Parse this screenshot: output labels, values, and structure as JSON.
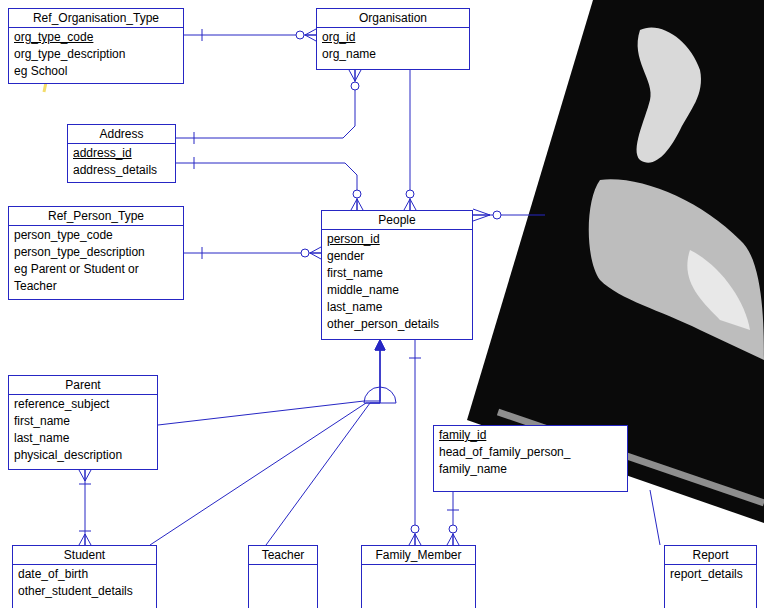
{
  "diagram": {
    "nodes": [
      {
        "text": [
          "Ref_Organisation_Type",
          "org_type_code",
          "org_type_description",
          "eg School"
        ]
      },
      {
        "text": [
          "Organisation",
          "org_id",
          "org_name"
        ]
      },
      {
        "text": [
          "Address",
          "address_id",
          "address_details"
        ]
      },
      {
        "text": [
          "Ref_Person_Type",
          "person_type_code",
          "person_type_description",
          "eg Parent or Student or Teacher"
        ]
      },
      {
        "text": [
          "People",
          "person_id",
          "gender",
          "first_name",
          "middle_name",
          "last_name",
          "other_person_details"
        ]
      },
      {
        "text": [
          "Parent",
          "reference_subject",
          "first_name",
          "last_name",
          "physical_description"
        ]
      },
      {
        "text": [
          "family_id",
          "head_of_family_person_",
          "family_name"
        ]
      },
      {
        "text": [
          "Student",
          "date_of_birth",
          "other_student_details"
        ]
      },
      {
        "text": [
          "Teacher"
        ]
      },
      {
        "text": [
          "Family_Member"
        ]
      },
      {
        "text": [
          "Report",
          "report_details"
        ]
      }
    ],
    "edges": [
      {
        "from": 0,
        "to": 1,
        "arrow": "none"
      },
      {
        "from": 2,
        "to": 1,
        "arrow": "none"
      },
      {
        "from": 2,
        "to": 4,
        "arrow": "none"
      },
      {
        "from": 1,
        "to": 4,
        "arrow": "none"
      },
      {
        "from": 3,
        "to": 4,
        "arrow": "none"
      },
      {
        "from": 5,
        "to": 4,
        "arrow": "to"
      },
      {
        "from": 7,
        "to": 4,
        "arrow": "to"
      },
      {
        "from": 8,
        "to": 4,
        "arrow": "to"
      },
      {
        "from": 5,
        "to": 7,
        "arrow": "none"
      },
      {
        "from": 4,
        "to": 9,
        "arrow": "none"
      },
      {
        "from": 6,
        "to": 9,
        "arrow": "none"
      }
    ]
  }
}
